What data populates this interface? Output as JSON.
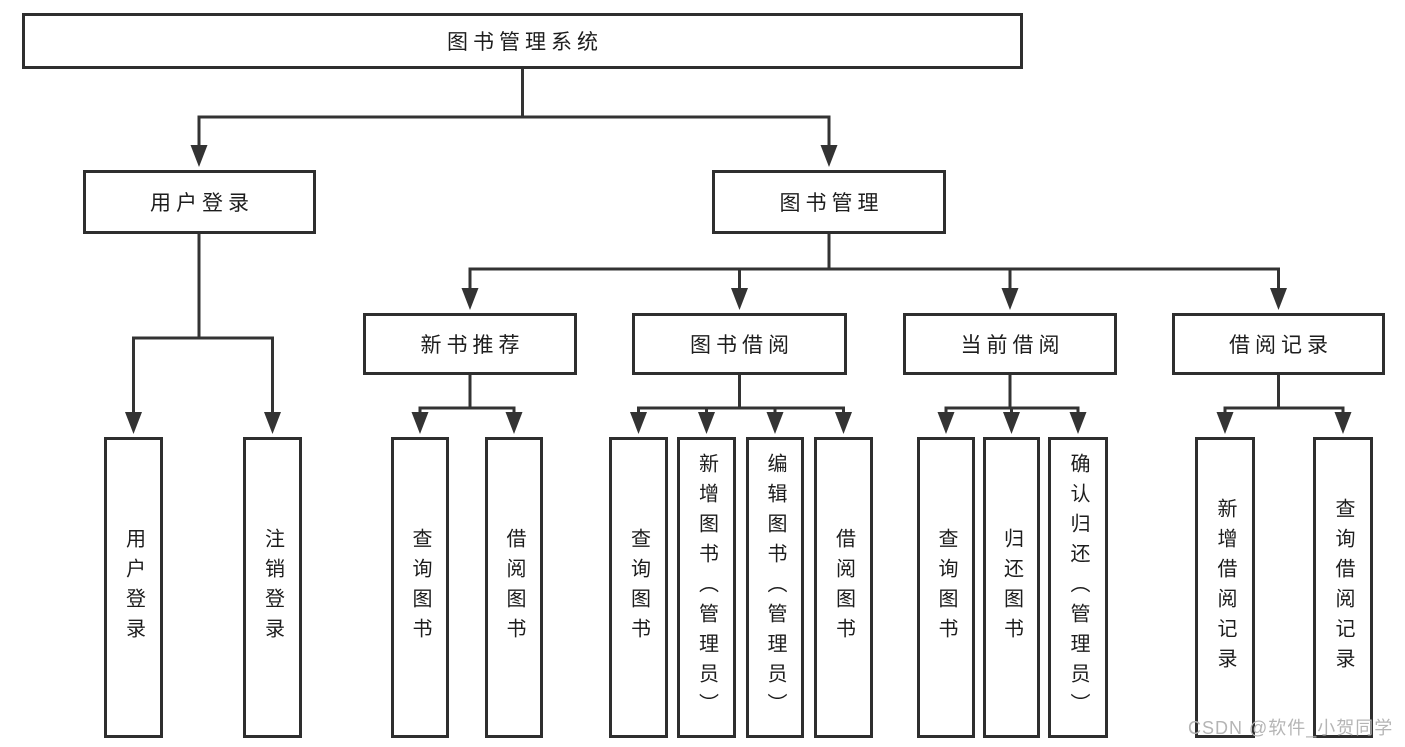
{
  "tree": {
    "label": "图书管理系统",
    "children": [
      {
        "label": "用户登录",
        "children": [
          {
            "label": "用户登录"
          },
          {
            "label": "注销登录"
          }
        ]
      },
      {
        "label": "图书管理",
        "children": [
          {
            "label": "新书推荐",
            "children": [
              {
                "label": "查询图书"
              },
              {
                "label": "借阅图书"
              }
            ]
          },
          {
            "label": "图书借阅",
            "children": [
              {
                "label": "查询图书"
              },
              {
                "label": "新增图书（管理员）"
              },
              {
                "label": "编辑图书（管理员）"
              },
              {
                "label": "借阅图书"
              }
            ]
          },
          {
            "label": "当前借阅",
            "children": [
              {
                "label": "查询图书"
              },
              {
                "label": "归还图书"
              },
              {
                "label": "确认归还（管理员）"
              }
            ]
          },
          {
            "label": "借阅记录",
            "children": [
              {
                "label": "新增借阅记录"
              },
              {
                "label": "查询借阅记录"
              }
            ]
          }
        ]
      }
    ]
  },
  "watermark": {
    "text": "CSDN @软件_小贺同学"
  },
  "colors": {
    "line": "#333333",
    "box_border": "#2e2e2e",
    "text": "#1d1d1d",
    "watermark": "#b5b5b5",
    "background": "#ffffff"
  }
}
